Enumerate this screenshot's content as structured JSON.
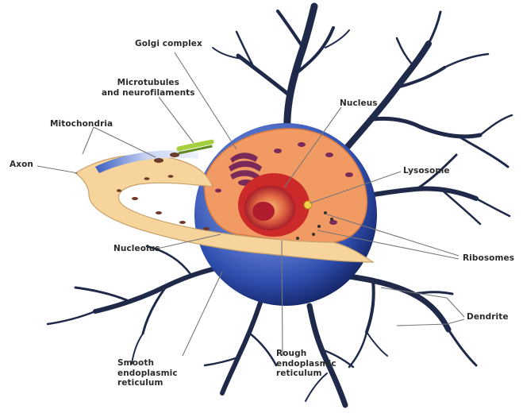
{
  "labels": {
    "golgi": "Golgi complex",
    "microtubules": "Microtubules\nand neurofilaments",
    "mitochondria": "Mitochondria",
    "axon": "Axon",
    "nucleus": "Nucleus",
    "lysosome": "Lysosome",
    "ribosomes": "Ribosomes",
    "nucleolus": "Nucleolus",
    "dendrite": "Dendrite",
    "smooth_er": "Smooth\nendoplasmic\nreticulum",
    "rough_er": "Rough\nendoplasmic\nreticulum"
  },
  "colors": {
    "soma_blue": "#2f4fb0",
    "cytoplasm_orange": "#f29a63",
    "nucleus_red": "#cc2a2a",
    "axon_cream": "#f6d49c",
    "dendrite_navy": "#1f2a4a",
    "golgi_purple": "#7a2a58",
    "leader_gray": "#777777"
  }
}
